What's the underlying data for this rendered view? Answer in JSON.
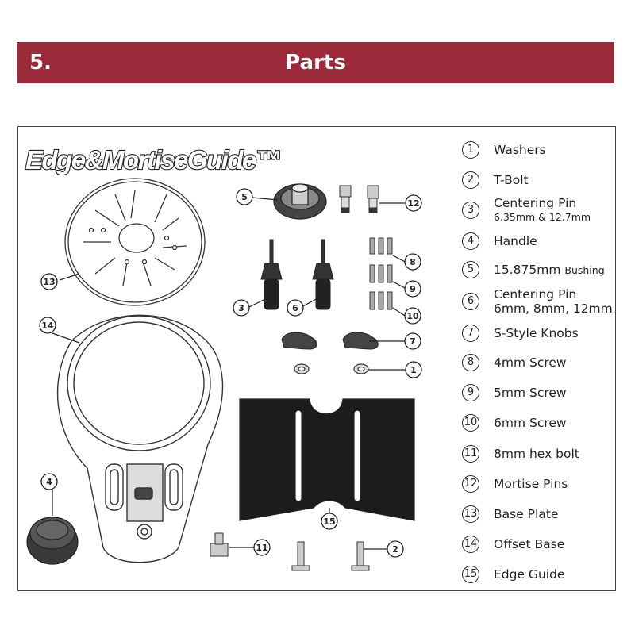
{
  "header": {
    "number": "5.",
    "title": "Parts"
  },
  "logo_text": "Edge&MortiseGuide™",
  "parts": [
    {
      "num": "1",
      "name": "Washers"
    },
    {
      "num": "2",
      "name": "T-Bolt"
    },
    {
      "num": "3",
      "name": "Centering Pin",
      "detail": "6.35mm & 12.7mm"
    },
    {
      "num": "4",
      "name": "Handle"
    },
    {
      "num": "5",
      "name": "15.875mm",
      "suffix": "Bushing"
    },
    {
      "num": "6",
      "name": "Centering Pin",
      "line2": "6mm, 8mm, 12mm"
    },
    {
      "num": "7",
      "name": "S-Style Knobs"
    },
    {
      "num": "8",
      "name": "4mm Screw"
    },
    {
      "num": "9",
      "name": "5mm Screw"
    },
    {
      "num": "10",
      "name": "6mm Screw"
    },
    {
      "num": "11",
      "name": "8mm hex bolt"
    },
    {
      "num": "12",
      "name": "Mortise Pins"
    },
    {
      "num": "13",
      "name": "Base Plate"
    },
    {
      "num": "14",
      "name": "Offset Base"
    },
    {
      "num": "15",
      "name": "Edge Guide"
    }
  ],
  "callouts": [
    "1",
    "2",
    "3",
    "4",
    "5",
    "6",
    "7",
    "8",
    "9",
    "10",
    "11",
    "12",
    "13",
    "14",
    "15"
  ]
}
